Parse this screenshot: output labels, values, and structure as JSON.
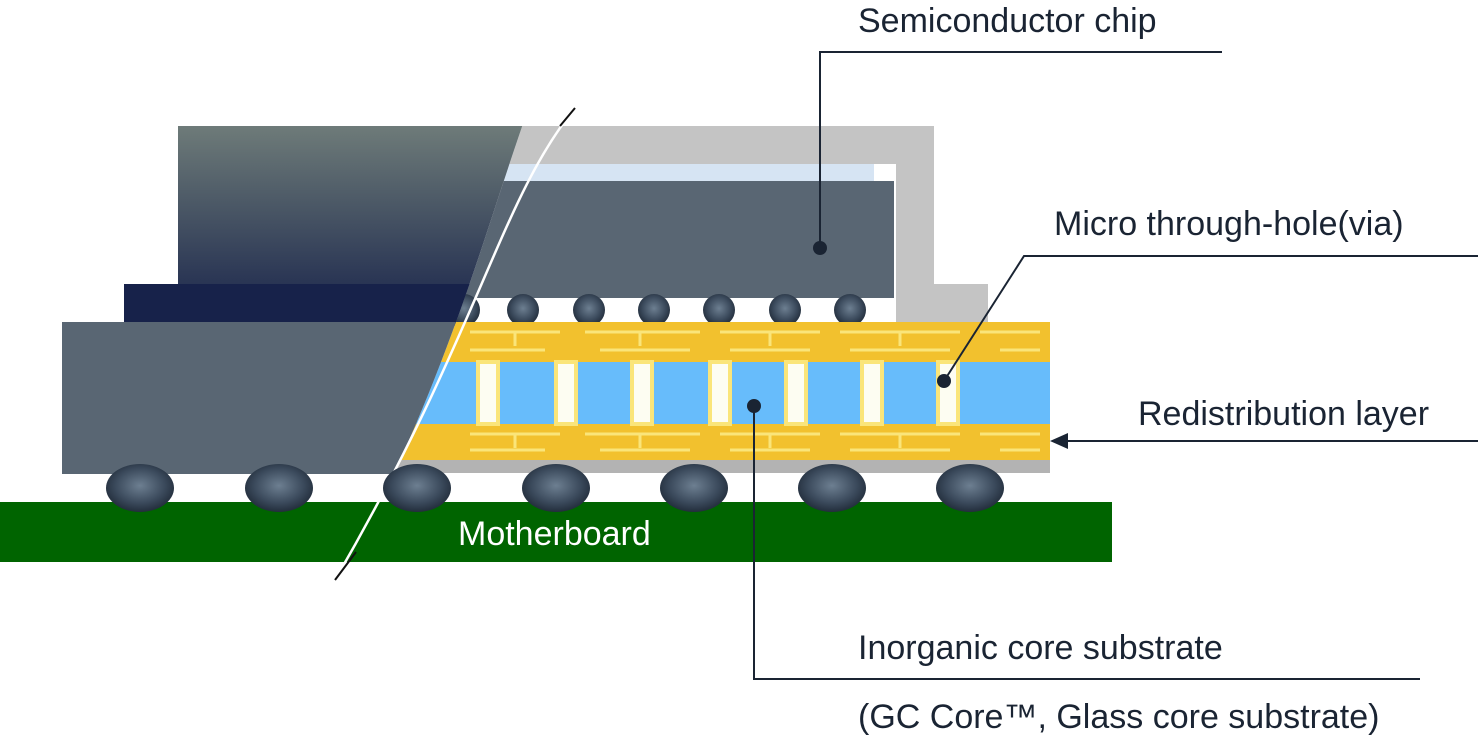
{
  "labels": {
    "chip": "Semiconductor chip",
    "via": "Micro through-hole(via)",
    "rdl": "Redistribution layer",
    "core": "Inorganic core substrate",
    "core_note": "(GC Core™, Glass core substrate)",
    "motherboard": "Motherboard"
  },
  "colors": {
    "motherboard": "#006400",
    "rdl": "#f2c12e",
    "rdl_trace": "#fae57a",
    "core": "#67bcfb",
    "chip": "#596673",
    "lid": "#c4c4c4",
    "package_dark": "#17224a",
    "package_gray": "#6e7b79",
    "solder": "#3b4a5c",
    "leader": "#1a2433"
  },
  "icons": [
    "leader-dot",
    "arrow-head"
  ]
}
